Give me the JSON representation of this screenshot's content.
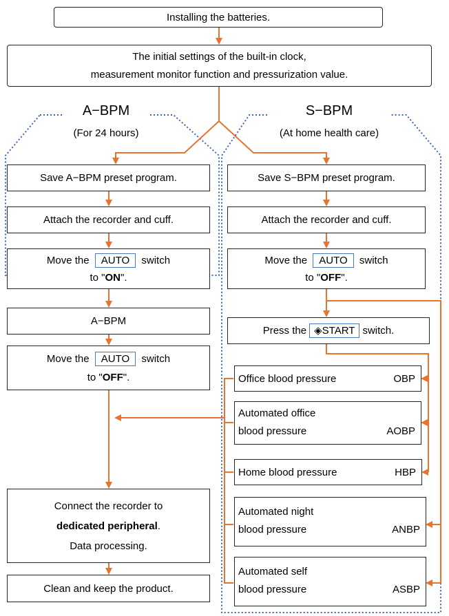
{
  "top": {
    "step1": "Installing the batteries.",
    "step2_line1": "The initial settings of the built-in clock,",
    "step2_line2": "measurement monitor function and pressurization value."
  },
  "abpm": {
    "title": "A−BPM",
    "subtitle": "(For 24 hours)",
    "save": "Save A−BPM preset program.",
    "attach": "Attach the recorder and cuff.",
    "move_on_pre": "Move the",
    "auto_label": "AUTO",
    "switch_word": "switch",
    "to_pre": "to \"",
    "on_value": "ON",
    "to_post": "\".",
    "run": "A−BPM",
    "off_value": "OFF"
  },
  "sbpm": {
    "title": "S−BPM",
    "subtitle": "(At home health care)",
    "save": "Save S−BPM preset program.",
    "attach": "Attach the recorder and cuff.",
    "move_pre": "Move the",
    "auto_label": "AUTO",
    "switch_word": "switch",
    "to_pre": "to \"",
    "off_value": "OFF",
    "to_post": "\".",
    "press_pre": "Press the",
    "start_label": "START",
    "press_post": "switch.",
    "modes": [
      {
        "line1": "Office blood pressure",
        "abbr": "OBP"
      },
      {
        "line1": "Automated office",
        "line2": "blood pressure",
        "abbr": "AOBP"
      },
      {
        "line1": "Home blood pressure",
        "abbr": "HBP"
      },
      {
        "line1": "Automated night",
        "line2": "blood pressure",
        "abbr": "ANBP"
      },
      {
        "line1": "Automated self",
        "line2": "blood pressure",
        "abbr": "ASBP"
      }
    ]
  },
  "bottom": {
    "connect_line1": "Connect the recorder to",
    "connect_line2": "dedicated peripheral",
    "connect_line2_end": ".",
    "connect_line3": "Data processing.",
    "clean": "Clean and keep the product."
  },
  "colors": {
    "arrow": "#e8732e",
    "dotted": "#3c64b4",
    "border": "#222222",
    "switch_border": "#4a78b8"
  }
}
